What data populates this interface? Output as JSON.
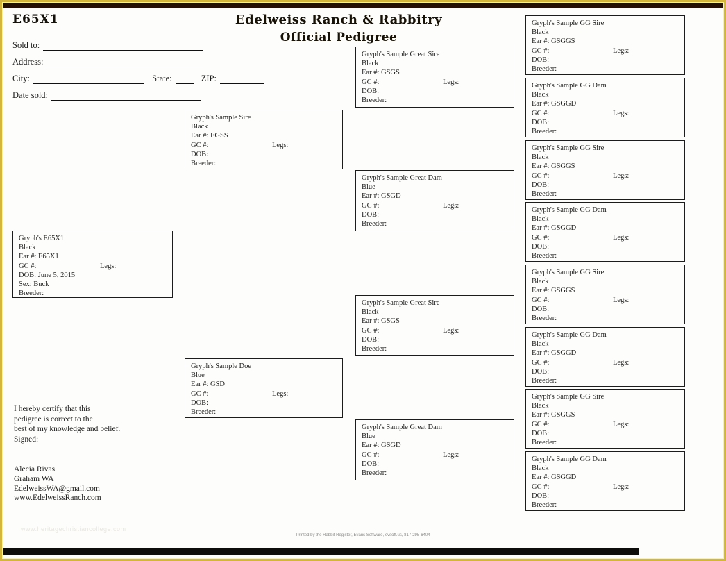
{
  "header": {
    "ear_number": "E65X1",
    "title_line1": "Edelweiss Ranch & Rabbitry",
    "title_line2": "Official Pedigree"
  },
  "form": {
    "sold_to_label": "Sold to:",
    "address_label": "Address:",
    "city_label": "City:",
    "state_label": "State:",
    "zip_label": "ZIP:",
    "date_sold_label": "Date sold:"
  },
  "labels": {
    "gc": "GC #:",
    "legs": "Legs:",
    "breeder": "Breeder:"
  },
  "animals": {
    "subject": {
      "name": "Gryph's E65X1",
      "color": "Black",
      "ear": "Ear #: E65X1",
      "dob": "DOB: June 5, 2015",
      "sex": "Sex: Buck"
    },
    "sire": {
      "name": "Gryph's Sample Sire",
      "color": "Black",
      "ear": "Ear #: EGSS",
      "dob": "DOB:"
    },
    "doe": {
      "name": "Gryph's Sample Doe",
      "color": "Blue",
      "ear": "Ear #: GSD",
      "dob": "DOB:"
    },
    "greats": [
      {
        "name": "Gryph's Sample Great Sire",
        "color": "Black",
        "ear": "Ear #: GSGS",
        "dob": "DOB:"
      },
      {
        "name": "Gryph's Sample Great Dam",
        "color": "Blue",
        "ear": "Ear #: GSGD",
        "dob": "DOB:"
      },
      {
        "name": "Gryph's Sample Great Sire",
        "color": "Black",
        "ear": "Ear #: GSGS",
        "dob": "DOB:"
      },
      {
        "name": "Gryph's Sample Great Dam",
        "color": "Blue",
        "ear": "Ear #: GSGD",
        "dob": "DOB:"
      }
    ],
    "gg": [
      {
        "name": "Gryph's Sample GG Sire",
        "color": "Black",
        "ear": "Ear #: GSGGS",
        "dob": "DOB:"
      },
      {
        "name": "Gryph's Sample GG Dam",
        "color": "Black",
        "ear": "Ear #: GSGGD",
        "dob": "DOB:"
      },
      {
        "name": "Gryph's Sample GG Sire",
        "color": "Black",
        "ear": "Ear #: GSGGS",
        "dob": "DOB:"
      },
      {
        "name": "Gryph's Sample GG Dam",
        "color": "Black",
        "ear": "Ear #: GSGGD",
        "dob": "DOB:"
      },
      {
        "name": "Gryph's Sample GG Sire",
        "color": "Black",
        "ear": "Ear #: GSGGS",
        "dob": "DOB:"
      },
      {
        "name": "Gryph's Sample GG Dam",
        "color": "Black",
        "ear": "Ear #: GSGGD",
        "dob": "DOB:"
      },
      {
        "name": "Gryph's Sample GG Sire",
        "color": "Black",
        "ear": "Ear #: GSGGS",
        "dob": "DOB:"
      },
      {
        "name": "Gryph's Sample GG Dam",
        "color": "Black",
        "ear": "Ear #: GSGGD",
        "dob": "DOB:"
      }
    ]
  },
  "certification": {
    "lines": [
      "I hereby certify that this",
      "pedigree is correct to the",
      "best of my knowledge and belief.",
      "Signed:"
    ]
  },
  "signature": {
    "lines": [
      "Alecia Rivas",
      "Graham WA",
      "EdelweissWA@gmail.com",
      "www.EdelweissRanch.com"
    ]
  },
  "footer": {
    "watermark": "www.heritagechristiancollege.com",
    "printed_by": "Printed by the Rabbit Register, Evans Software, evsoft.us, 817-295-6404"
  },
  "colors": {
    "frame_gold": "#d4b63d",
    "frame_inner_gold": "#f8f0b8",
    "top_bar": "#260f05",
    "bottom_bar": "#0e0d0b",
    "paper": "#fdfdfb"
  }
}
